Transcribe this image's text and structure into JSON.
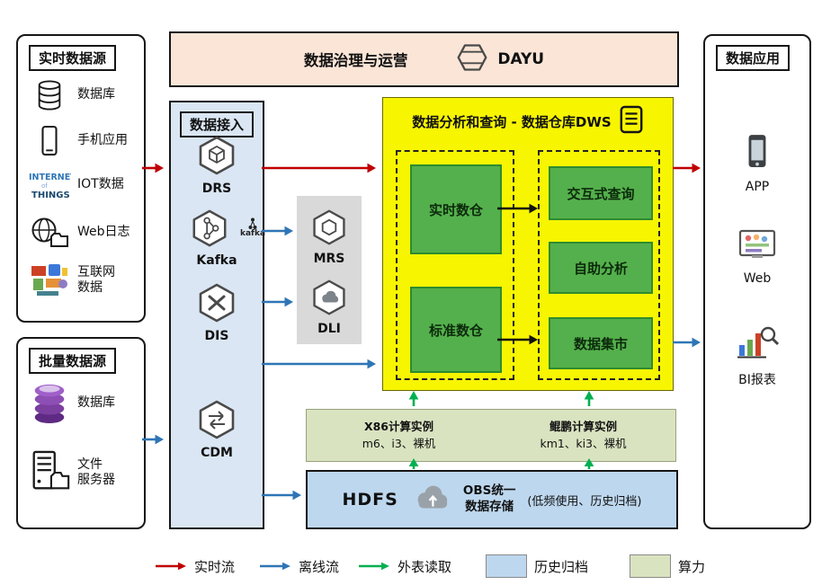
{
  "colors": {
    "realtime_flow": "#c00000",
    "offline_flow": "#2e75b6",
    "external_read": "#00b050",
    "dws_panel": "#f7f500",
    "warehouse_box": "#54b04c",
    "archive_panel": "#bdd7ee",
    "compute_panel": "#d9e3c0",
    "ingestion_panel": "#dae6f3",
    "governance_panel": "#fbe5d6",
    "processing_panel": "#d9d9d9"
  },
  "governance": {
    "title": "数据治理与运营",
    "logo_text": "DAYU",
    "logo_icon": "dayu-icon"
  },
  "sources_realtime": {
    "title": "实时数据源",
    "items": [
      {
        "icon": "database-icon",
        "label": "数据库"
      },
      {
        "icon": "mobile-icon",
        "label": "手机应用"
      },
      {
        "icon": "iot-wordcloud-icon",
        "label": "IOT数据"
      },
      {
        "icon": "globe-folder-icon",
        "label": "Web日志"
      },
      {
        "icon": "internet-collage-icon",
        "label": "互联网\n数据"
      }
    ]
  },
  "sources_batch": {
    "title": "批量数据源",
    "items": [
      {
        "icon": "database-stack-icon",
        "label": "数据库"
      },
      {
        "icon": "file-server-icon",
        "label": "文件\n服务器"
      }
    ]
  },
  "ingestion": {
    "title": "数据接入",
    "services": [
      {
        "name": "DRS",
        "icon": "drs-hexagon-icon"
      },
      {
        "name": "Kafka",
        "icon": "kafka-hexagon-icon",
        "badge": "kafka"
      },
      {
        "name": "DIS",
        "icon": "dis-hexagon-icon"
      },
      {
        "name": "CDM",
        "icon": "cdm-hexagon-icon"
      }
    ]
  },
  "processing": {
    "services": [
      {
        "name": "MRS",
        "icon": "mrs-hexagon-icon"
      },
      {
        "name": "DLI",
        "icon": "dli-hexagon-icon"
      }
    ]
  },
  "dws": {
    "title": "数据分析和查询 - 数据仓库DWS",
    "icon": "dws-appliance-icon",
    "warehouses": [
      {
        "label": "实时数仓"
      },
      {
        "label": "标准数仓"
      }
    ],
    "marts": [
      {
        "label": "交互式查询"
      },
      {
        "label": "自助分析"
      },
      {
        "label": "数据集市"
      }
    ]
  },
  "compute": {
    "x86_title": "X86计算实例",
    "x86_models": "m6、i3、裸机",
    "kunpeng_title": "鲲鹏计算实例",
    "kunpeng_models": "km1、ki3、裸机"
  },
  "storage": {
    "hdfs_label": "HDFS",
    "obs_icon": "obs-cloud-icon",
    "obs_label": "OBS统一\n数据存储",
    "note": "(低频使用、历史归档)"
  },
  "applications": {
    "title": "数据应用",
    "items": [
      {
        "icon": "app-phone-icon",
        "label": "APP"
      },
      {
        "icon": "web-screen-icon",
        "label": "Web"
      },
      {
        "icon": "bi-report-icon",
        "label": "BI报表"
      }
    ]
  },
  "legend": {
    "realtime": "实时流",
    "offline": "离线流",
    "external": "外表读取",
    "archive": "历史归档",
    "compute": "算力"
  }
}
